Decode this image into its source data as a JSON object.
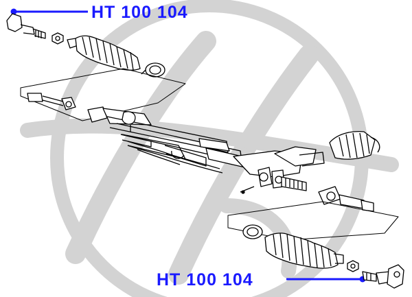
{
  "labels": {
    "top": "HT 100 104",
    "bottom": "HT 100 104"
  },
  "colors": {
    "label": "#1a1aff",
    "watermark": "#d3d3d3",
    "line_art": "#000000"
  },
  "watermark": {
    "text": "H"
  }
}
